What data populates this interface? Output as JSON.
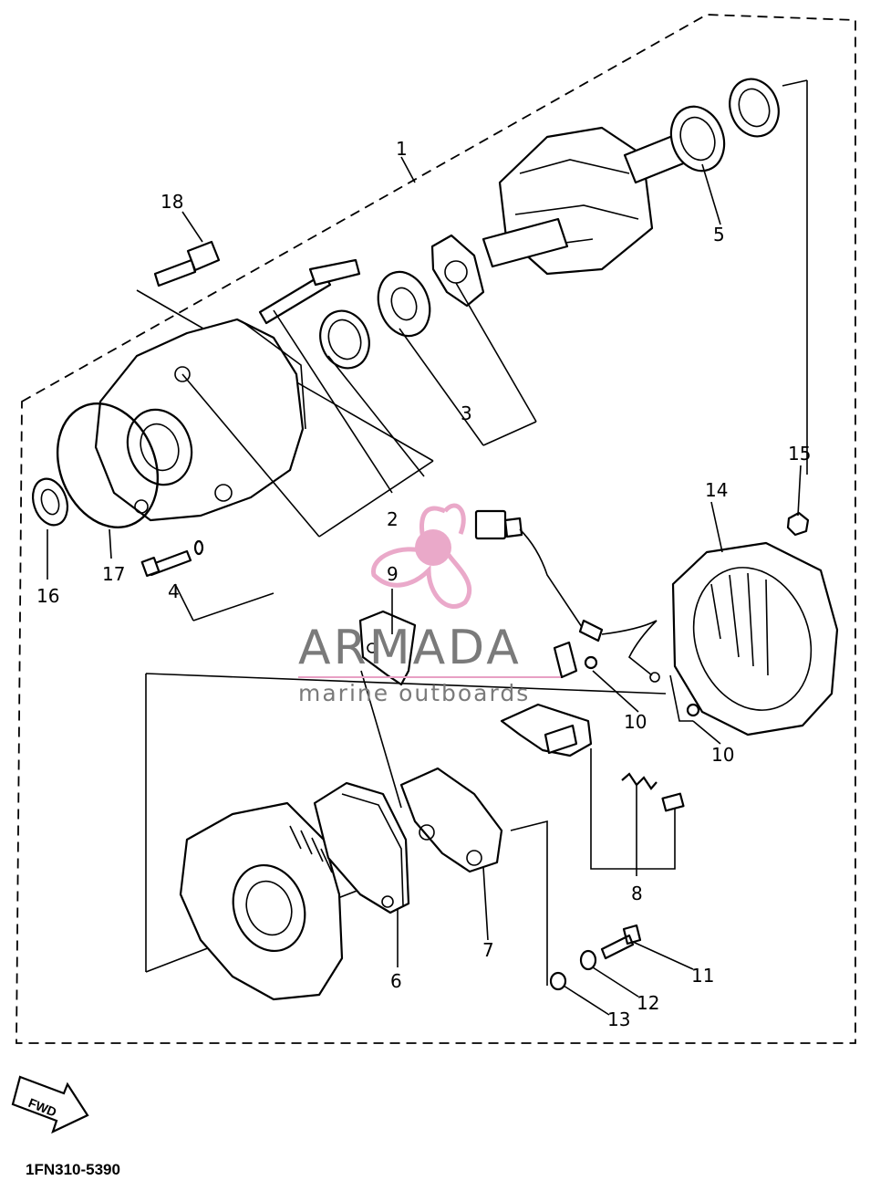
{
  "diagram": {
    "callouts": {
      "p1": "1",
      "p2": "2",
      "p3": "3",
      "p4": "4",
      "p5": "5",
      "p6": "6",
      "p7": "7",
      "p8": "8",
      "p9": "9",
      "p10a": "10",
      "p10b": "10",
      "p11": "11",
      "p12": "12",
      "p13": "13",
      "p14": "14",
      "p15": "15",
      "p16": "16",
      "p17": "17",
      "p18": "18"
    },
    "fwd_label": "FWD",
    "part_code": "1FN310-5390"
  },
  "watermark": {
    "brand": "ARMADA",
    "tagline": "marine outboards",
    "accent_color": "#e8a0c4",
    "text_color": "#7a7a7a"
  }
}
